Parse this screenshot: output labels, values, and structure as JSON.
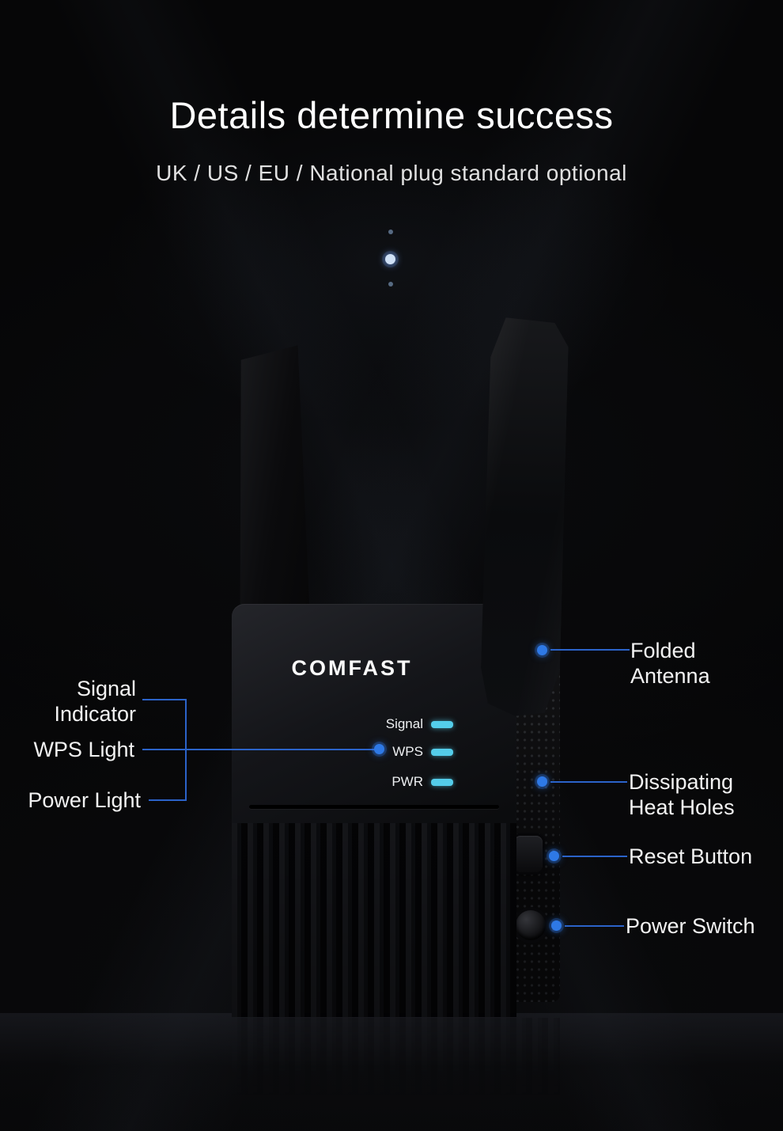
{
  "colors": {
    "background": "#060607",
    "accent_blue": "#2e79e6",
    "callout_line_blue": "#2b63c9",
    "led_cyan": "#54cdea",
    "text": "#f2f2f2"
  },
  "header": {
    "title": "Details determine success",
    "subtitle": "UK / US / EU / National plug standard optional"
  },
  "device": {
    "brand": "COMFAST",
    "leds": [
      {
        "label": "Signal"
      },
      {
        "label": "WPS"
      },
      {
        "label": "PWR"
      }
    ]
  },
  "callouts": {
    "left": [
      {
        "label": "Signal\nIndicator"
      },
      {
        "label": "WPS Light"
      },
      {
        "label": "Power Light"
      }
    ],
    "right": [
      {
        "label": "Folded\nAntenna"
      },
      {
        "label": "Dissipating\nHeat Holes"
      },
      {
        "label": "Reset Button"
      },
      {
        "label": "Power Switch"
      }
    ]
  }
}
